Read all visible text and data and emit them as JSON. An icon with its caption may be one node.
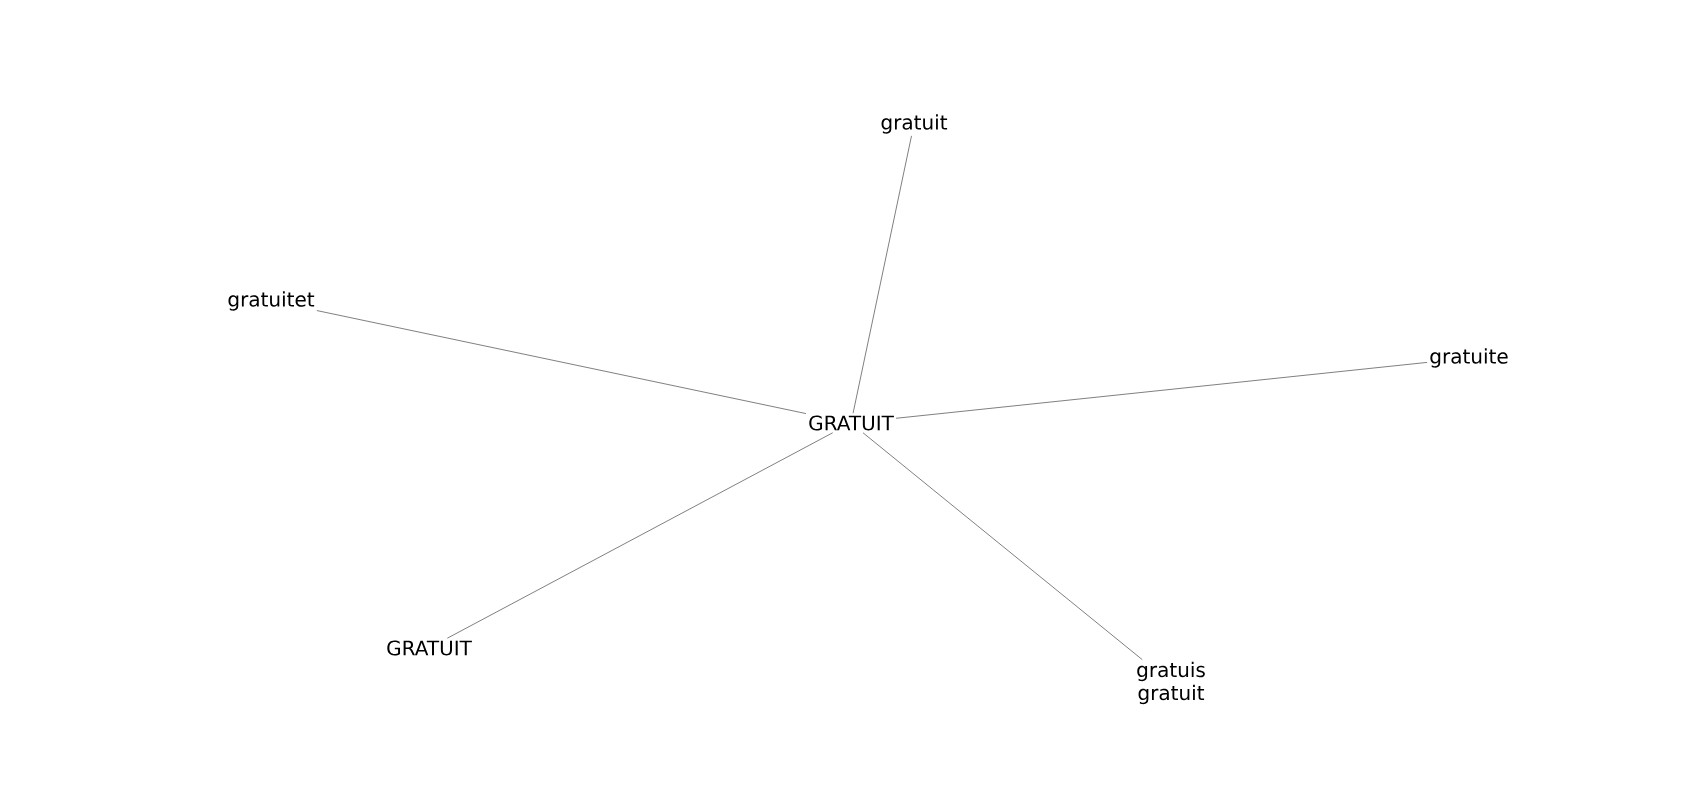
{
  "diagram": {
    "nodes": [
      {
        "text": [
          "gratuit"
        ]
      },
      {
        "text": [
          "gratuitet"
        ]
      },
      {
        "text": [
          "gratuite"
        ]
      },
      {
        "text": [
          "GRATUIT"
        ]
      },
      {
        "text": [
          "GRATUIT"
        ]
      },
      {
        "text": [
          "gratuis gratuit"
        ]
      }
    ],
    "edges": [
      {
        "from": 3,
        "to": 0,
        "arrow": "none"
      },
      {
        "from": 3,
        "to": 1,
        "arrow": "none"
      },
      {
        "from": 3,
        "to": 2,
        "arrow": "none"
      },
      {
        "from": 3,
        "to": 4,
        "arrow": "none"
      },
      {
        "from": 3,
        "to": 5,
        "arrow": "none"
      }
    ]
  }
}
